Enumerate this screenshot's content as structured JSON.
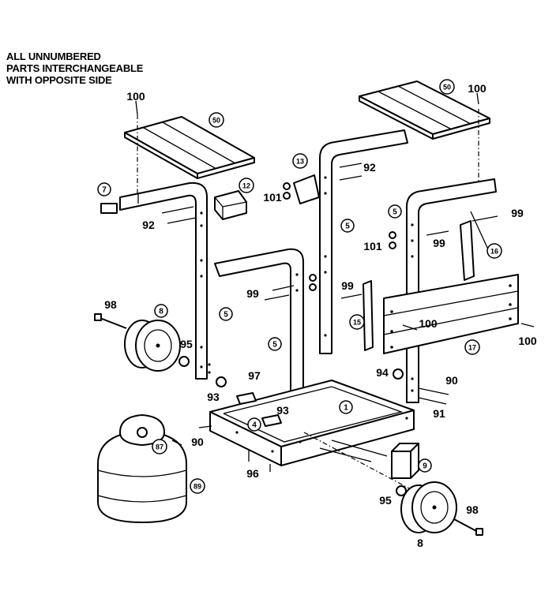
{
  "note": {
    "line1": "ALL UNNUMBERED",
    "line2": "PARTS INTERCHANGEABLE",
    "line3": "WITH OPPOSITE SIDE"
  },
  "callouts": [
    {
      "id": "c100a",
      "text": "100",
      "circled": false
    },
    {
      "id": "c50a",
      "text": "50",
      "circled": true
    },
    {
      "id": "c50b",
      "text": "50",
      "circled": true
    },
    {
      "id": "c100b",
      "text": "100",
      "circled": false
    },
    {
      "id": "c7",
      "text": "7",
      "circled": true
    },
    {
      "id": "c12",
      "text": "12",
      "circled": true
    },
    {
      "id": "c13",
      "text": "13",
      "circled": true
    },
    {
      "id": "c92a",
      "text": "92",
      "circled": false
    },
    {
      "id": "c101a",
      "text": "101",
      "circled": false
    },
    {
      "id": "c92b",
      "text": "92",
      "circled": false
    },
    {
      "id": "c5a",
      "text": "5",
      "circled": true
    },
    {
      "id": "c5b",
      "text": "5",
      "circled": true
    },
    {
      "id": "c99a",
      "text": "99",
      "circled": false
    },
    {
      "id": "c101b",
      "text": "101",
      "circled": false
    },
    {
      "id": "c99b",
      "text": "99",
      "circled": false
    },
    {
      "id": "c16",
      "text": "16",
      "circled": true
    },
    {
      "id": "c99c",
      "text": "99",
      "circled": false
    },
    {
      "id": "c99d",
      "text": "99",
      "circled": false
    },
    {
      "id": "c98a",
      "text": "98",
      "circled": false
    },
    {
      "id": "c8a",
      "text": "8",
      "circled": true
    },
    {
      "id": "c5c",
      "text": "5",
      "circled": true
    },
    {
      "id": "c15",
      "text": "15",
      "circled": true
    },
    {
      "id": "c100c",
      "text": "100",
      "circled": false
    },
    {
      "id": "c100d",
      "text": "100",
      "circled": false
    },
    {
      "id": "c95a",
      "text": "95",
      "circled": false
    },
    {
      "id": "c5d",
      "text": "5",
      "circled": true
    },
    {
      "id": "c17",
      "text": "17",
      "circled": true
    },
    {
      "id": "c97",
      "text": "97",
      "circled": false
    },
    {
      "id": "c94",
      "text": "94",
      "circled": false
    },
    {
      "id": "c90a",
      "text": "90",
      "circled": false
    },
    {
      "id": "c93a",
      "text": "93",
      "circled": false
    },
    {
      "id": "c1",
      "text": "1",
      "circled": true
    },
    {
      "id": "c91",
      "text": "91",
      "circled": false
    },
    {
      "id": "c93b",
      "text": "93",
      "circled": false
    },
    {
      "id": "c4",
      "text": "4",
      "circled": true
    },
    {
      "id": "c90b",
      "text": "90",
      "circled": false
    },
    {
      "id": "c87",
      "text": "87",
      "circled": true
    },
    {
      "id": "c9",
      "text": "9",
      "circled": true
    },
    {
      "id": "c96",
      "text": "96",
      "circled": false
    },
    {
      "id": "c89",
      "text": "89",
      "circled": true
    },
    {
      "id": "c95b",
      "text": "95",
      "circled": false
    },
    {
      "id": "c98b",
      "text": "98",
      "circled": false
    },
    {
      "id": "c8b",
      "text": "8",
      "circled": false
    }
  ]
}
